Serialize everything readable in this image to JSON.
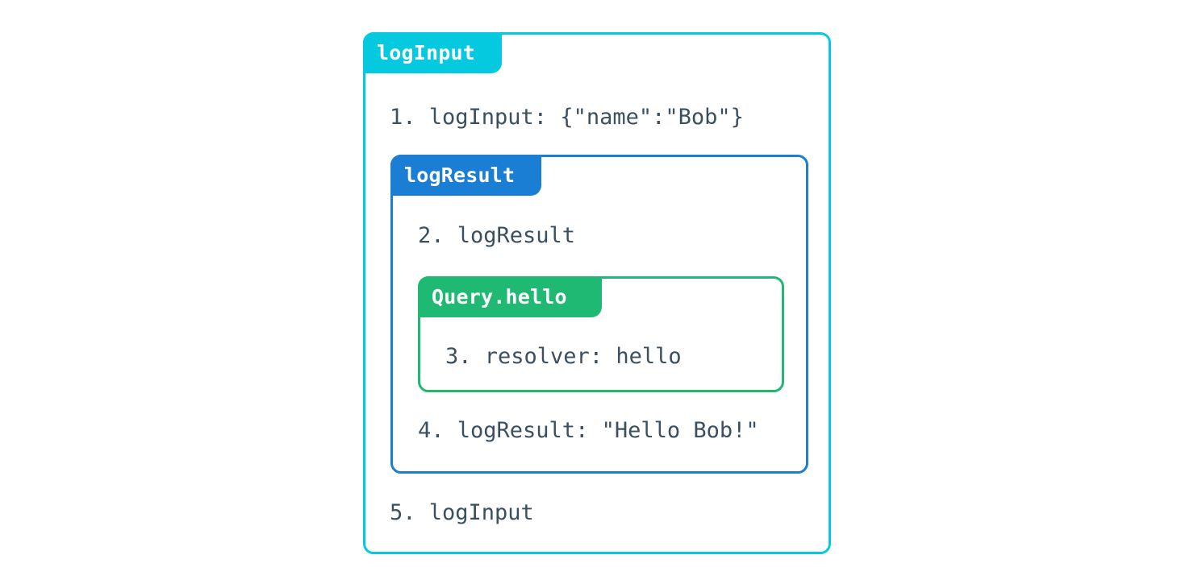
{
  "diagram": {
    "type": "nested-execution-trace",
    "background_color": "#ffffff",
    "text_color": "#3a4f5f",
    "blocks": [
      {
        "id": "loginput",
        "tab_label": "logInput",
        "color": "#05cadf",
        "lines": [
          {
            "id": "line-1",
            "number": "1.",
            "text": "1. logInput: {\"name\":\"Bob\"}"
          },
          {
            "id": "line-5",
            "number": "5.",
            "text": "5. logInput"
          }
        ]
      },
      {
        "id": "logresult",
        "tab_label": "logResult",
        "color": "#1a7fd4",
        "lines": [
          {
            "id": "line-2",
            "number": "2.",
            "text": "2. logResult"
          },
          {
            "id": "line-4",
            "number": "4.",
            "text": "4. logResult: \"Hello Bob!\""
          }
        ]
      },
      {
        "id": "queryhello",
        "tab_label": "Query.hello",
        "color": "#20b973",
        "lines": [
          {
            "id": "line-3",
            "number": "3.",
            "text": "3. resolver: hello"
          }
        ]
      }
    ],
    "trace_lines": {
      "l1": "1. logInput: {\"name\":\"Bob\"}",
      "l2": "2. logResult",
      "l3": "3. resolver: hello",
      "l4": "4. logResult: \"Hello Bob!\"",
      "l5": "5. logInput"
    },
    "tabs": {
      "loginput": "logInput",
      "logresult": "logResult",
      "queryhello": "Query.hello"
    }
  }
}
